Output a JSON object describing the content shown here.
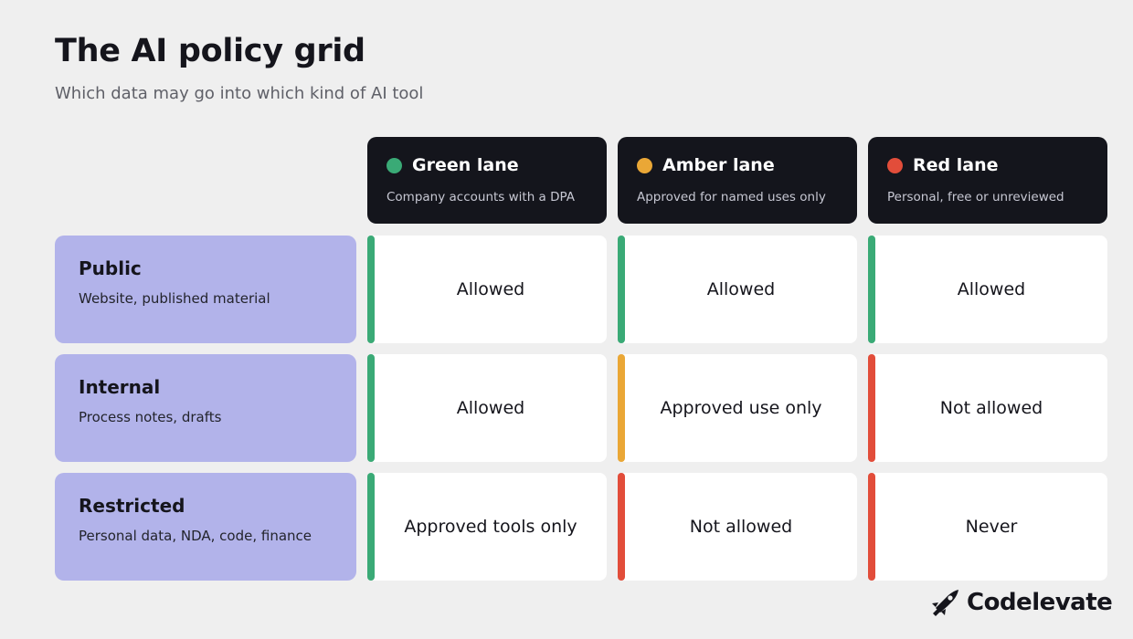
{
  "title": "The AI policy grid",
  "subtitle": "Which data may go into which kind of AI tool",
  "colors": {
    "green": "#3aaa76",
    "amber": "#eaa736",
    "red": "#e24d3a"
  },
  "lanes": [
    {
      "name": "Green lane",
      "description": "Company accounts with a DPA",
      "dot_color": "#3aaa76"
    },
    {
      "name": "Amber lane",
      "description": "Approved for named uses only",
      "dot_color": "#eaa736"
    },
    {
      "name": "Red lane",
      "description": "Personal, free or unreviewed",
      "dot_color": "#e24d3a"
    }
  ],
  "rows": [
    {
      "name": "Public",
      "description": "Website, published material",
      "cells": [
        {
          "text": "Allowed",
          "status_color": "#3aaa76"
        },
        {
          "text": "Allowed",
          "status_color": "#3aaa76"
        },
        {
          "text": "Allowed",
          "status_color": "#3aaa76"
        }
      ]
    },
    {
      "name": "Internal",
      "description": "Process notes, drafts",
      "cells": [
        {
          "text": "Allowed",
          "status_color": "#3aaa76"
        },
        {
          "text": "Approved use only",
          "status_color": "#eaa736"
        },
        {
          "text": "Not allowed",
          "status_color": "#e24d3a"
        }
      ]
    },
    {
      "name": "Restricted",
      "description": "Personal data, NDA, code, finance",
      "cells": [
        {
          "text": "Approved tools only",
          "status_color": "#3aaa76"
        },
        {
          "text": "Not allowed",
          "status_color": "#e24d3a"
        },
        {
          "text": "Never",
          "status_color": "#e24d3a"
        }
      ]
    }
  ],
  "brand": {
    "name": "Codelevate",
    "icon": "rocket-icon"
  }
}
